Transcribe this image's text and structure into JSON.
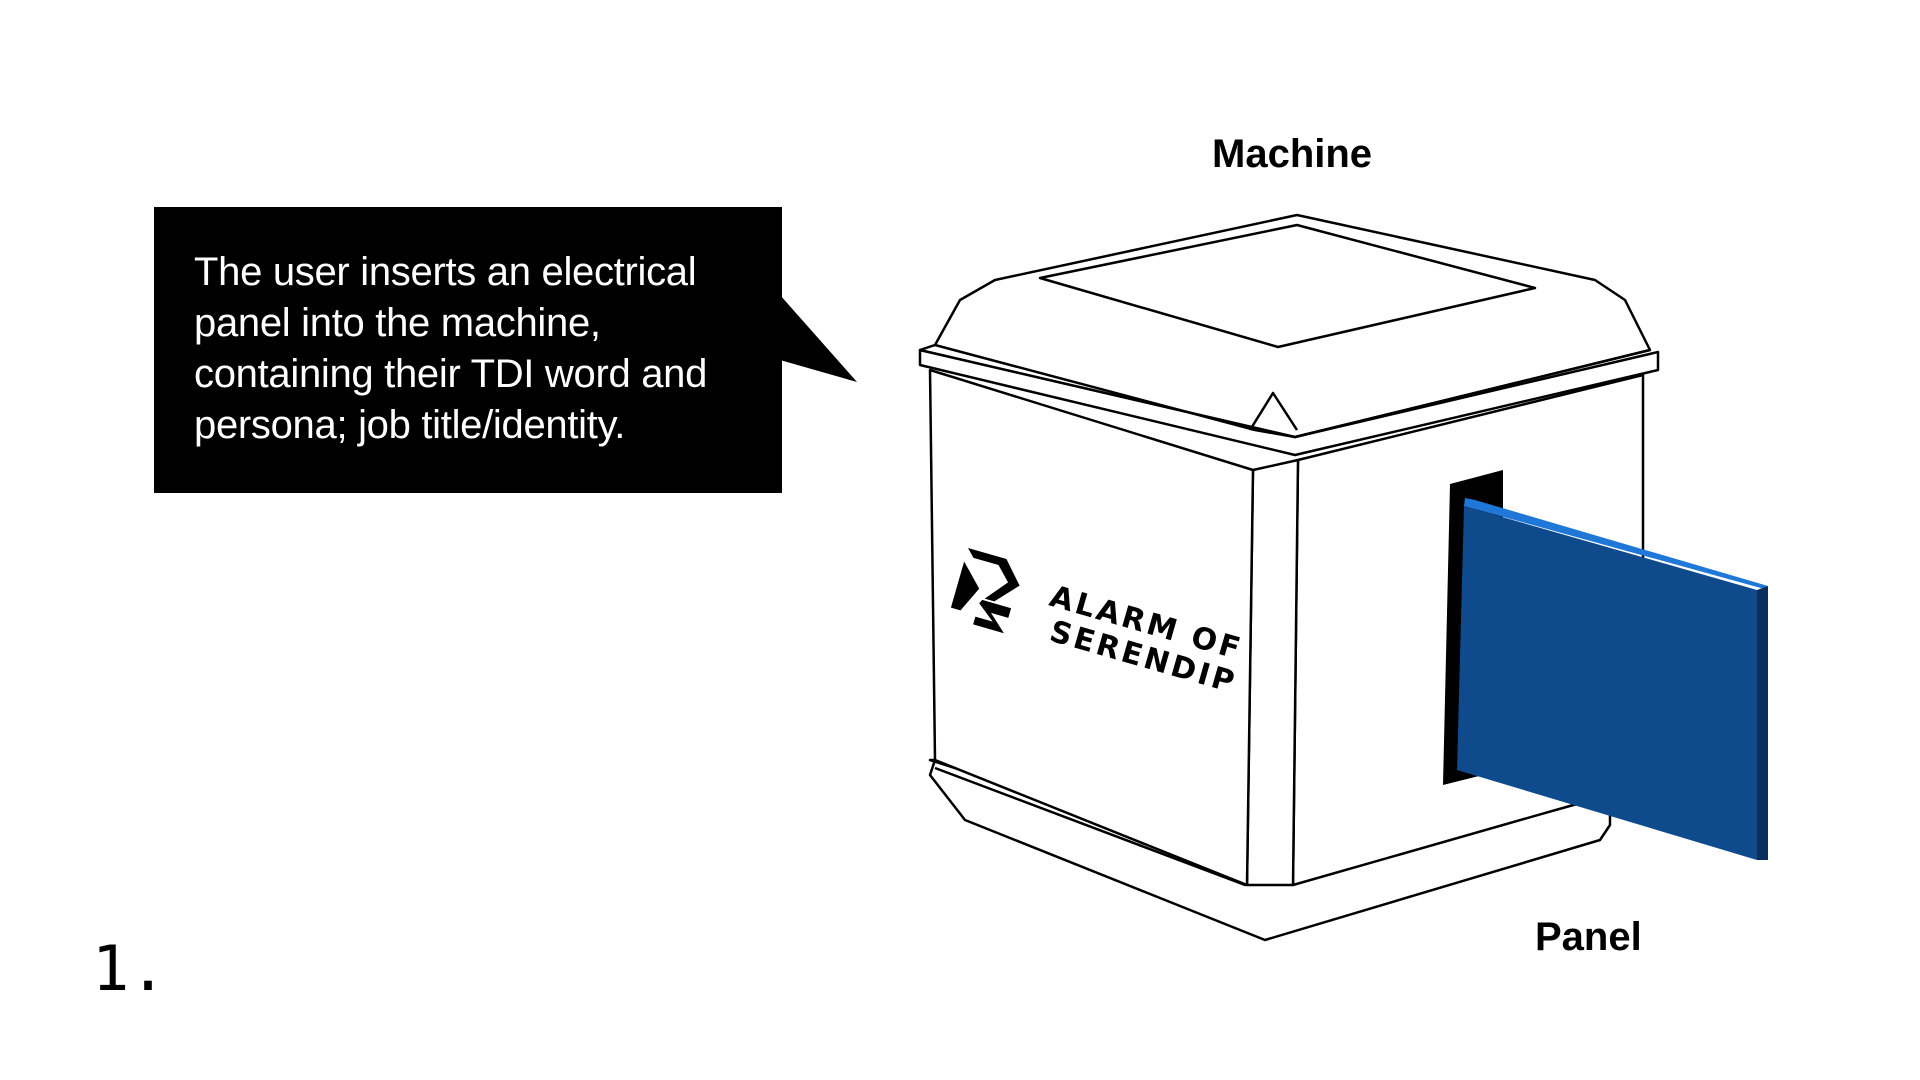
{
  "callout": {
    "text": "The user inserts an electrical panel into the machine, containing their TDI word and persona; job title/identity."
  },
  "labels": {
    "machine": "Machine",
    "panel": "Panel"
  },
  "step": {
    "number": "1."
  },
  "brand": {
    "line1": "ALARM OF",
    "line2": "SERENDIP"
  },
  "colors": {
    "callout_bg": "#000000",
    "callout_text": "#ffffff",
    "panel_face": "#0e4a8c",
    "panel_top": "#1f78d8",
    "panel_side": "#0b2f5c",
    "outline": "#000000"
  },
  "icons": {
    "brand_logo": "alarm-of-serendip-logo-icon"
  }
}
